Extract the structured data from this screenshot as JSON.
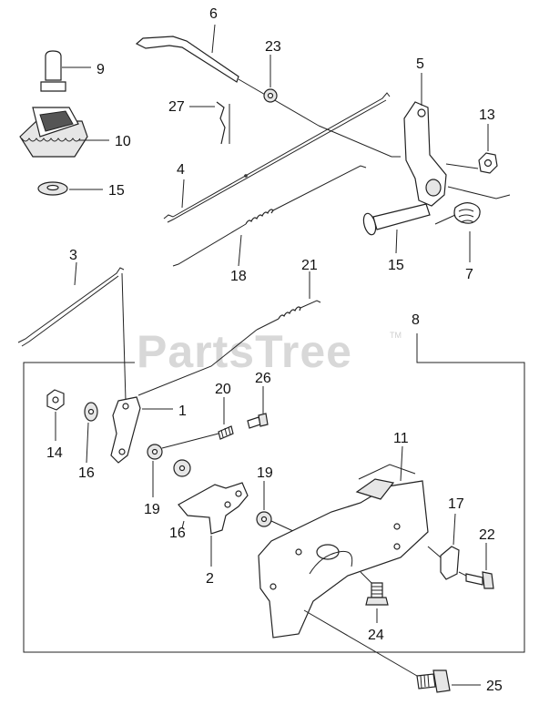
{
  "watermark": {
    "text": "PartsTree",
    "mark": "TM"
  },
  "callouts": [
    {
      "id": "c6",
      "label": "6"
    },
    {
      "id": "c9",
      "label": "9"
    },
    {
      "id": "c23",
      "label": "23"
    },
    {
      "id": "c5",
      "label": "5"
    },
    {
      "id": "c27",
      "label": "27"
    },
    {
      "id": "c10",
      "label": "10"
    },
    {
      "id": "c13",
      "label": "13"
    },
    {
      "id": "c4",
      "label": "4"
    },
    {
      "id": "c15a",
      "label": "15"
    },
    {
      "id": "c18",
      "label": "18"
    },
    {
      "id": "c15b",
      "label": "15"
    },
    {
      "id": "c7",
      "label": "7"
    },
    {
      "id": "c3",
      "label": "3"
    },
    {
      "id": "c21",
      "label": "21"
    },
    {
      "id": "c8",
      "label": "8"
    },
    {
      "id": "c1",
      "label": "1"
    },
    {
      "id": "c20",
      "label": "20"
    },
    {
      "id": "c26",
      "label": "26"
    },
    {
      "id": "c14",
      "label": "14"
    },
    {
      "id": "c16a",
      "label": "16"
    },
    {
      "id": "c19a",
      "label": "19"
    },
    {
      "id": "c11",
      "label": "11"
    },
    {
      "id": "c19b",
      "label": "19"
    },
    {
      "id": "c16b",
      "label": "16"
    },
    {
      "id": "c17",
      "label": "17"
    },
    {
      "id": "c22",
      "label": "22"
    },
    {
      "id": "c2",
      "label": "2"
    },
    {
      "id": "c24",
      "label": "24"
    },
    {
      "id": "c25",
      "label": "25"
    }
  ]
}
